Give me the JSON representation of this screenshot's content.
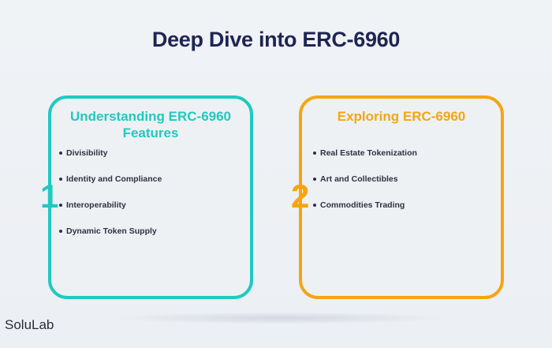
{
  "title": "Deep Dive into ERC-6960",
  "brand": "SoluLab",
  "cards": [
    {
      "number": "1",
      "title": "Understanding ERC-6960 Features",
      "color": "#1fc9c1",
      "items": [
        "Divisibility",
        "Identity and Compliance",
        "Interoperability",
        "Dynamic Token Supply"
      ]
    },
    {
      "number": "2",
      "title": "Exploring ERC-6960",
      "color": "#f5a512",
      "items": [
        "Real Estate Tokenization",
        "Art and Collectibles",
        "Commodities Trading"
      ]
    }
  ]
}
